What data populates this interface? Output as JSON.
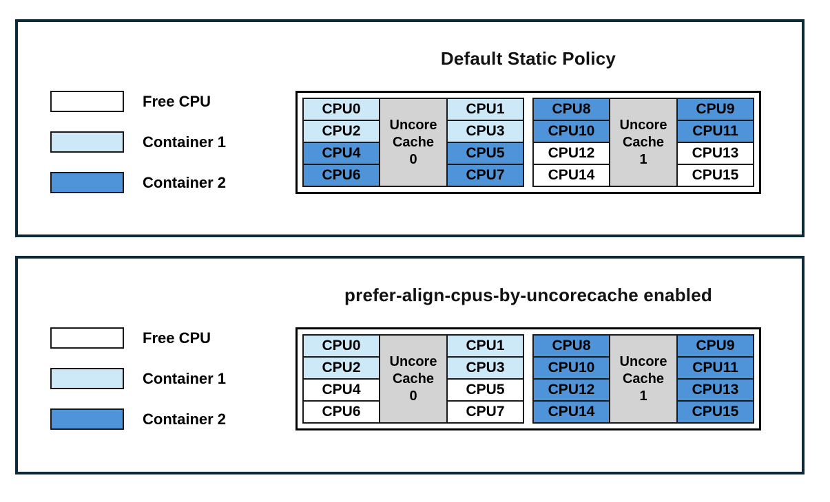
{
  "colors": {
    "free_cpu": "#ffffff",
    "container1": "#cde9f8",
    "container2": "#4f94d8",
    "uncore_cache_fill": "#d3d3d3",
    "panel_border": "#0e2a3a",
    "cell_border": "#1a1a1a"
  },
  "panels": [
    {
      "title": "Default Static Policy",
      "legend": [
        {
          "label": "Free CPU",
          "state": "free"
        },
        {
          "label": "Container 1",
          "state": "c1"
        },
        {
          "label": "Container 2",
          "state": "c2"
        }
      ],
      "clusters": [
        {
          "cache": {
            "line1": "Uncore",
            "line2": "Cache",
            "line3": "0"
          },
          "left": [
            {
              "label": "CPU0",
              "state": "c1"
            },
            {
              "label": "CPU2",
              "state": "c1"
            },
            {
              "label": "CPU4",
              "state": "c2"
            },
            {
              "label": "CPU6",
              "state": "c2"
            }
          ],
          "right": [
            {
              "label": "CPU1",
              "state": "c1"
            },
            {
              "label": "CPU3",
              "state": "c1"
            },
            {
              "label": "CPU5",
              "state": "c2"
            },
            {
              "label": "CPU7",
              "state": "c2"
            }
          ]
        },
        {
          "cache": {
            "line1": "Uncore",
            "line2": "Cache",
            "line3": "1"
          },
          "left": [
            {
              "label": "CPU8",
              "state": "c2"
            },
            {
              "label": "CPU10",
              "state": "c2"
            },
            {
              "label": "CPU12",
              "state": "free"
            },
            {
              "label": "CPU14",
              "state": "free"
            }
          ],
          "right": [
            {
              "label": "CPU9",
              "state": "c2"
            },
            {
              "label": "CPU11",
              "state": "c2"
            },
            {
              "label": "CPU13",
              "state": "free"
            },
            {
              "label": "CPU15",
              "state": "free"
            }
          ]
        }
      ]
    },
    {
      "title": "prefer-align-cpus-by-uncorecache enabled",
      "legend": [
        {
          "label": "Free CPU",
          "state": "free"
        },
        {
          "label": "Container 1",
          "state": "c1"
        },
        {
          "label": "Container 2",
          "state": "c2"
        }
      ],
      "clusters": [
        {
          "cache": {
            "line1": "Uncore",
            "line2": "Cache",
            "line3": "0"
          },
          "left": [
            {
              "label": "CPU0",
              "state": "c1"
            },
            {
              "label": "CPU2",
              "state": "c1"
            },
            {
              "label": "CPU4",
              "state": "free"
            },
            {
              "label": "CPU6",
              "state": "free"
            }
          ],
          "right": [
            {
              "label": "CPU1",
              "state": "c1"
            },
            {
              "label": "CPU3",
              "state": "c1"
            },
            {
              "label": "CPU5",
              "state": "free"
            },
            {
              "label": "CPU7",
              "state": "free"
            }
          ]
        },
        {
          "cache": {
            "line1": "Uncore",
            "line2": "Cache",
            "line3": "1"
          },
          "left": [
            {
              "label": "CPU8",
              "state": "c2"
            },
            {
              "label": "CPU10",
              "state": "c2"
            },
            {
              "label": "CPU12",
              "state": "c2"
            },
            {
              "label": "CPU14",
              "state": "c2"
            }
          ],
          "right": [
            {
              "label": "CPU9",
              "state": "c2"
            },
            {
              "label": "CPU11",
              "state": "c2"
            },
            {
              "label": "CPU13",
              "state": "c2"
            },
            {
              "label": "CPU15",
              "state": "c2"
            }
          ]
        }
      ]
    }
  ]
}
